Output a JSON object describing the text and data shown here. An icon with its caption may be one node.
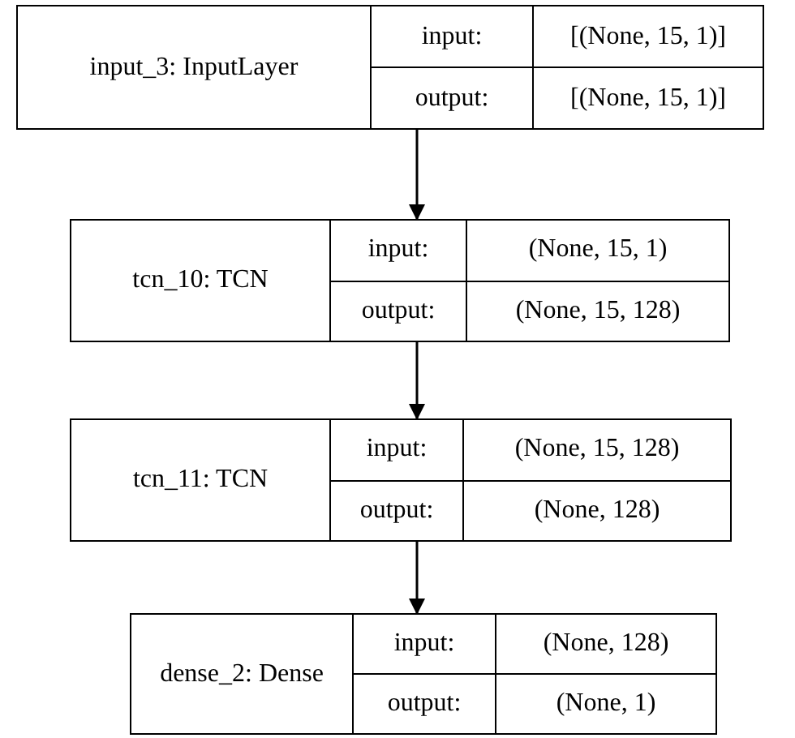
{
  "diagram": {
    "nodes": [
      {
        "text": [
          "input_3: InputLayer",
          "input:",
          "[(None, 15, 1)]",
          "output:",
          "[(None, 15, 1)]"
        ]
      },
      {
        "text": [
          "tcn_10: TCN",
          "input:",
          "(None, 15, 1)",
          "output:",
          "(None, 15, 128)"
        ]
      },
      {
        "text": [
          "tcn_11: TCN",
          "input:",
          "(None, 15, 128)",
          "output:",
          "(None, 128)"
        ]
      },
      {
        "text": [
          "dense_2: Dense",
          "input:",
          "(None, 128)",
          "output:",
          "(None, 1)"
        ]
      }
    ],
    "edges": [
      {
        "from": 0,
        "to": 1,
        "arrow": "to"
      },
      {
        "from": 1,
        "to": 2,
        "arrow": "to"
      },
      {
        "from": 2,
        "to": 3,
        "arrow": "to"
      }
    ]
  }
}
